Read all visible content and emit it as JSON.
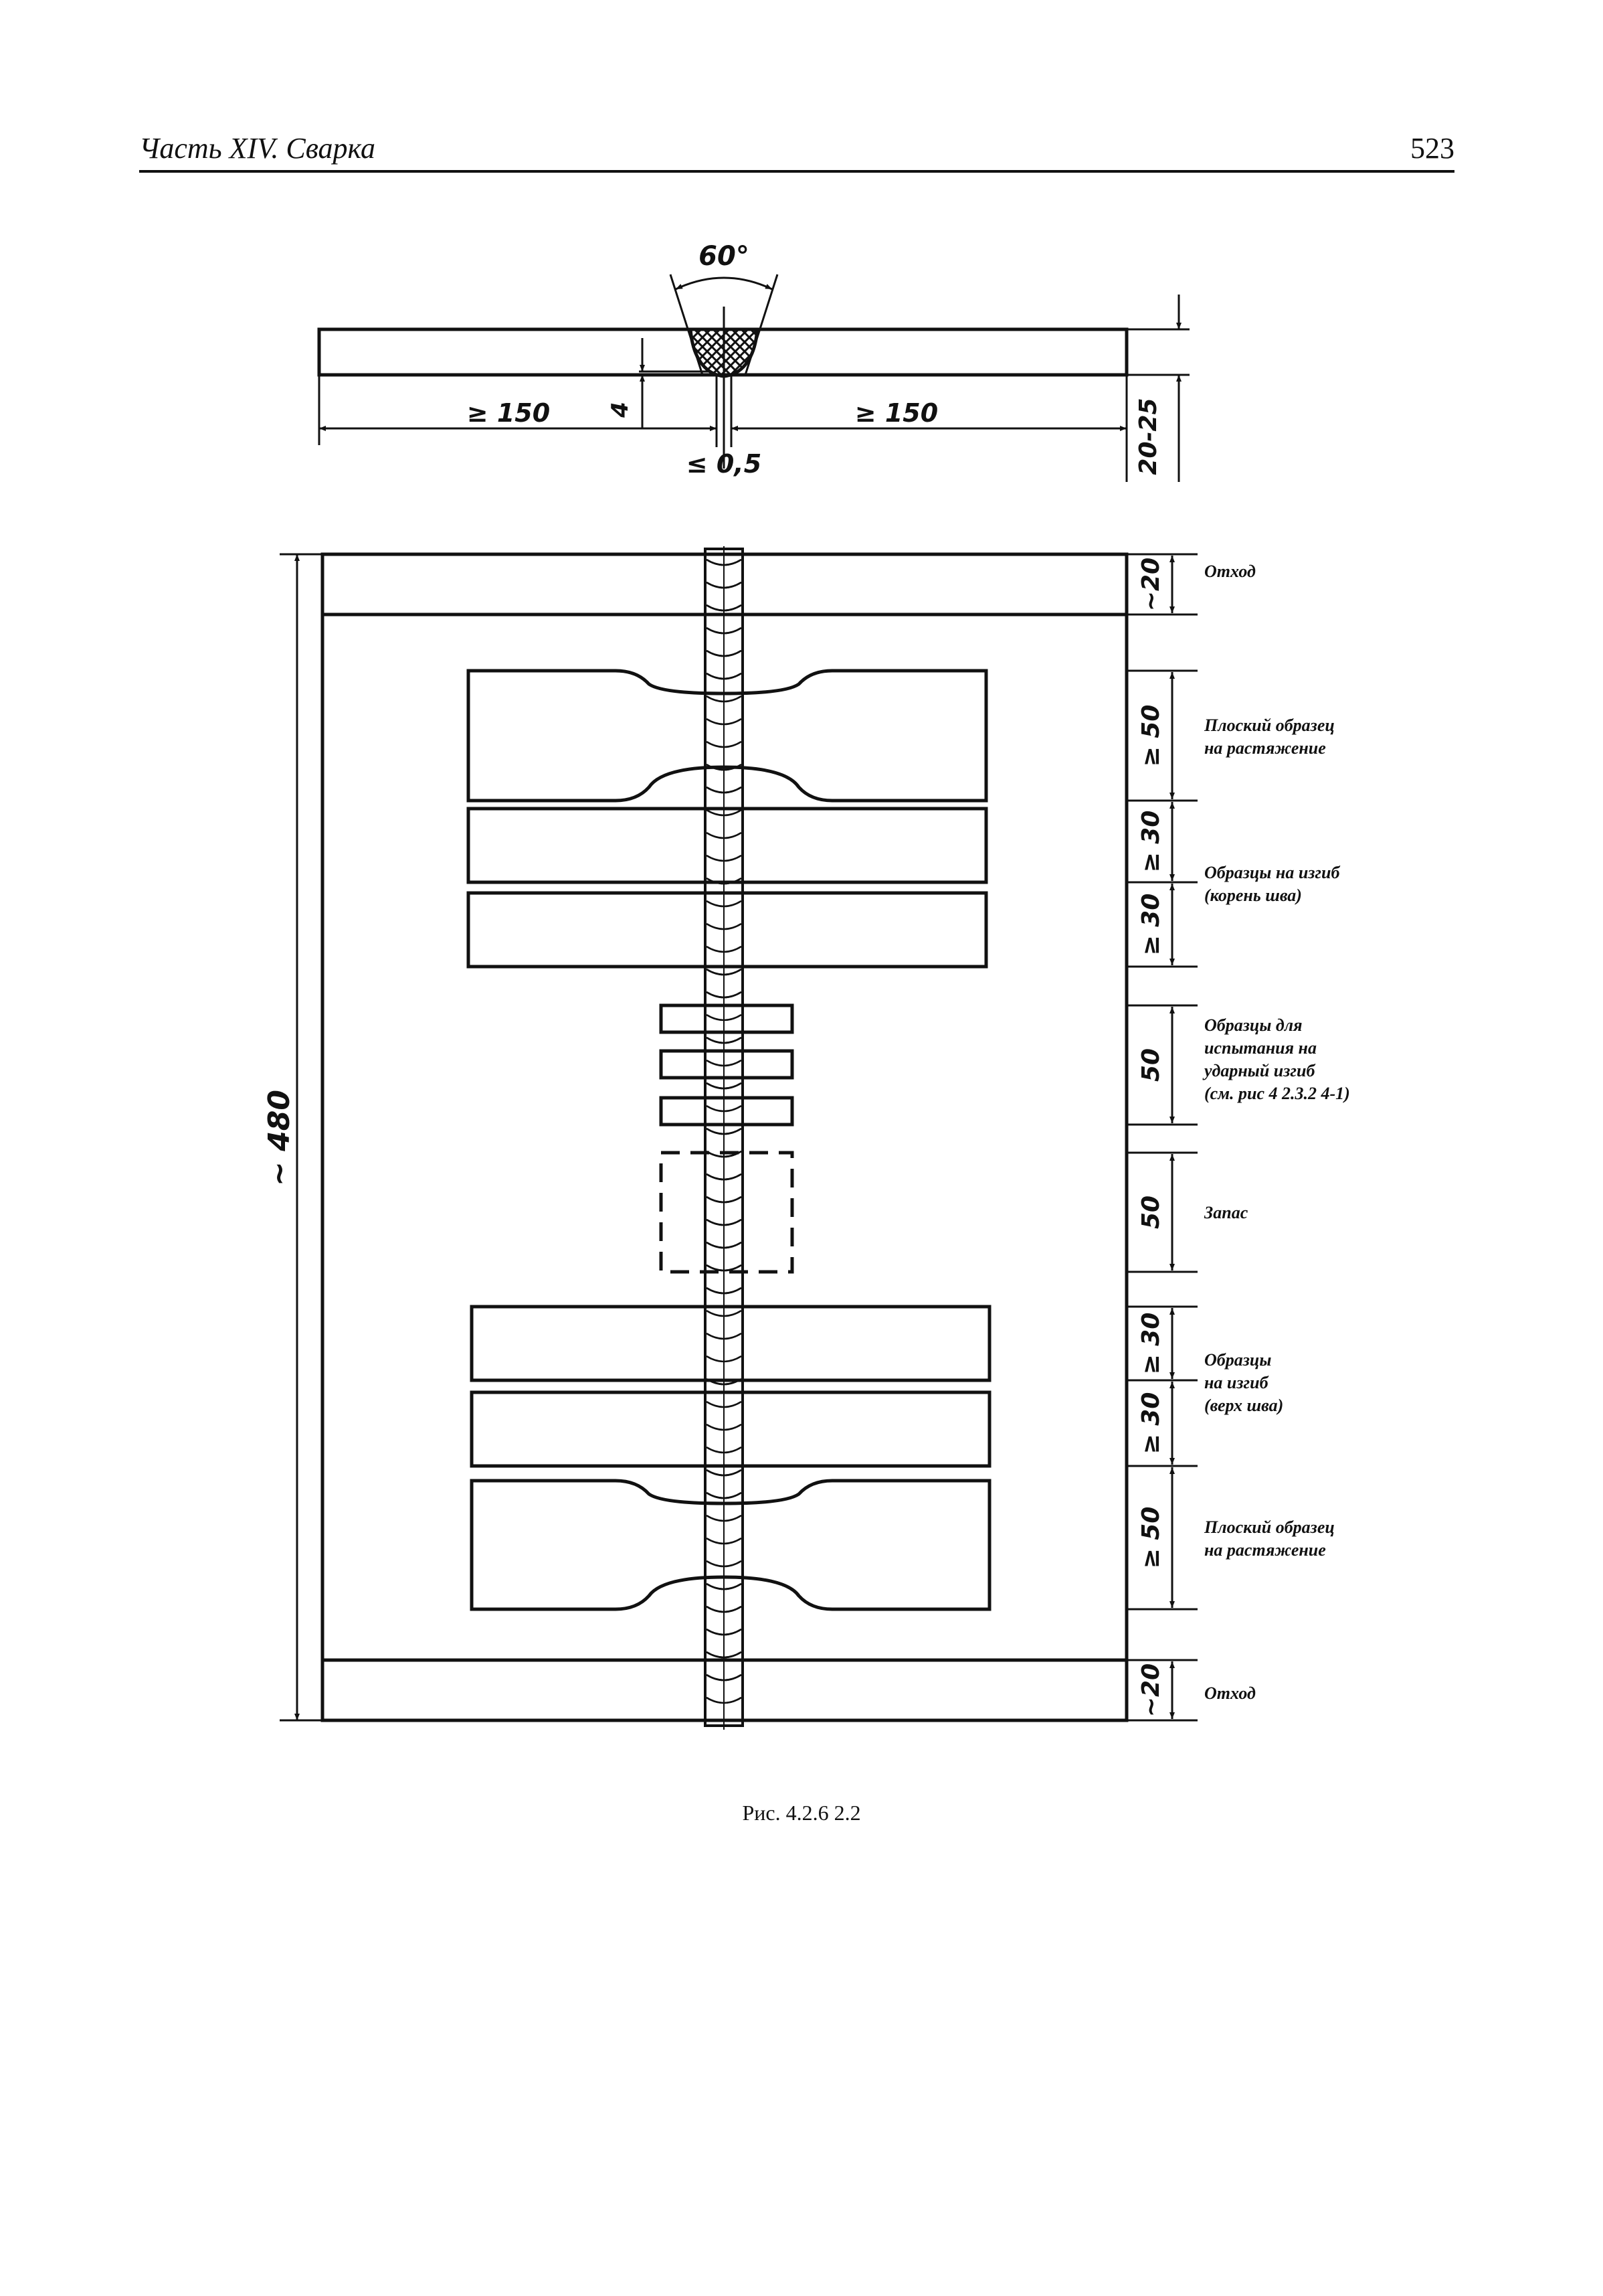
{
  "header": {
    "title": "Часть XIV. Сварка",
    "page_number": "523"
  },
  "cross_section": {
    "groove_angle": "60°",
    "root_height": "4",
    "root_gap": "≤ 0,5",
    "left_length": "≥ 150",
    "right_length": "≥ 150",
    "thickness": "20-25"
  },
  "plate": {
    "total_length": "~ 480",
    "zones": [
      {
        "dimension": "~20",
        "label_lines": [
          "Отход"
        ]
      },
      {
        "dimension": "≥ 50",
        "label_lines": [
          "Плоский образец",
          "на растяжение"
        ]
      },
      {
        "dimension": "≥ 30",
        "label_lines": []
      },
      {
        "dimension": "≥ 30",
        "label_lines": [
          "Образцы на изгиб",
          "(корень шва)"
        ]
      },
      {
        "dimension": "50",
        "label_lines": [
          "Образцы для",
          "испытания на",
          "ударный изгиб",
          "(см. рис  4 2.3.2 4-1)"
        ]
      },
      {
        "dimension": "50",
        "label_lines": [
          "Запас"
        ]
      },
      {
        "dimension": "≥ 30",
        "label_lines": [
          "Образцы",
          "на изгиб",
          "(верх шва)"
        ]
      },
      {
        "dimension": "≥ 30",
        "label_lines": []
      },
      {
        "dimension": "≥ 50",
        "label_lines": [
          "Плоский образец",
          "на растяжение"
        ]
      },
      {
        "dimension": "~20",
        "label_lines": [
          "Отход"
        ]
      }
    ]
  },
  "caption": "Рис. 4.2.6 2.2"
}
